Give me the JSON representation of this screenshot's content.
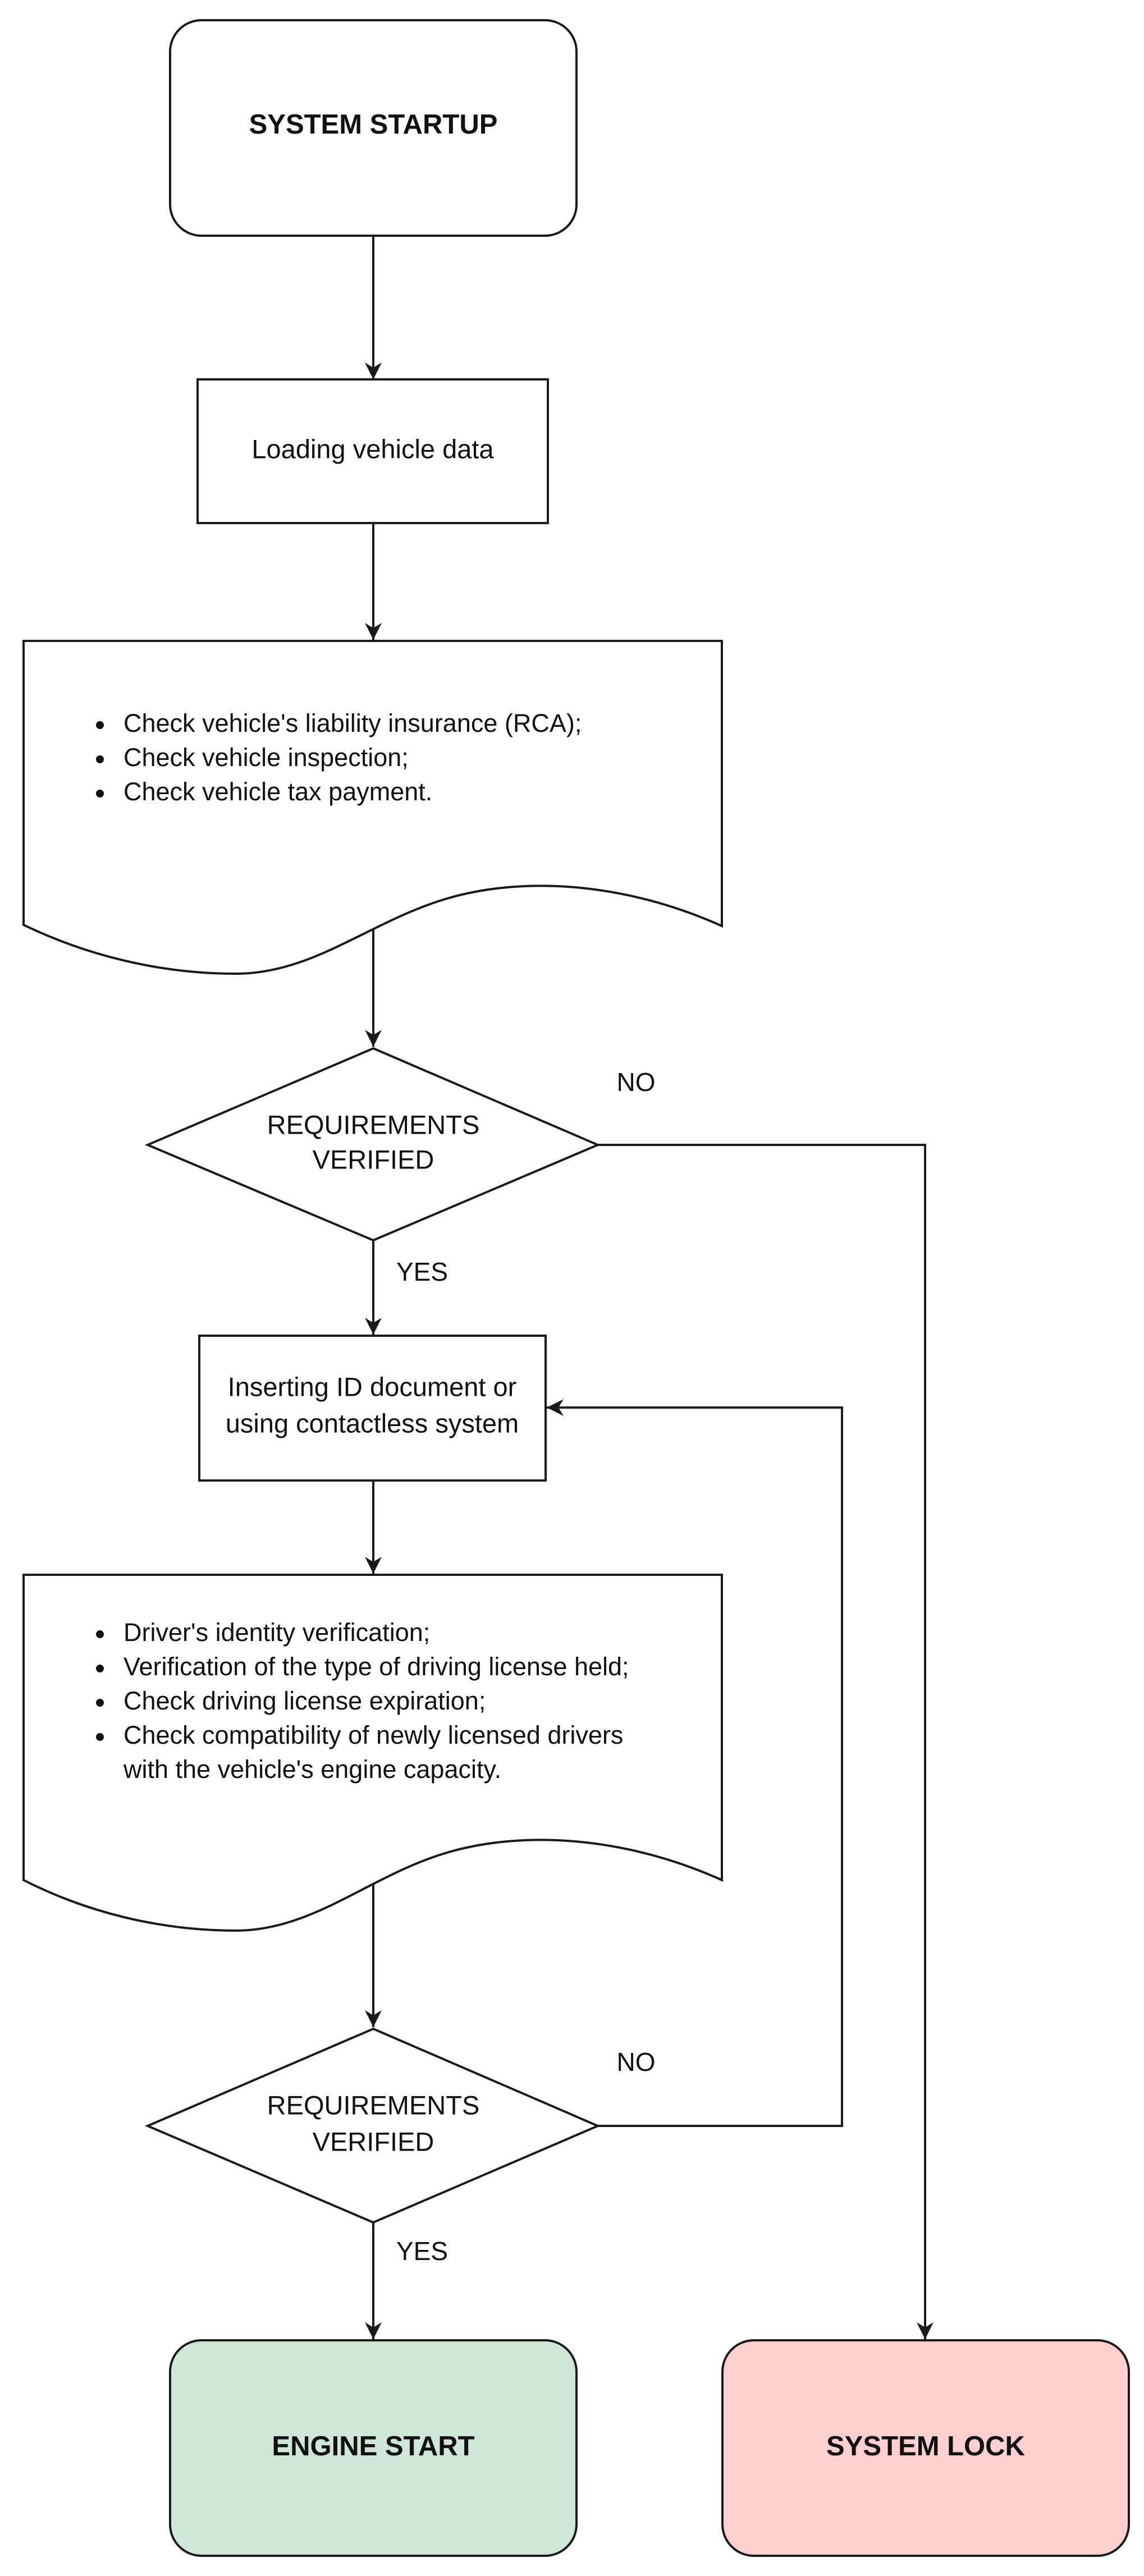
{
  "diagram": {
    "nodes": {
      "system_startup": {
        "label": "SYSTEM STARTUP"
      },
      "loading_data": {
        "label": "Loading vehicle data"
      },
      "vehicle_checks": {
        "items": [
          "Check vehicle's liability insurance (RCA);",
          "Check vehicle inspection;",
          "Check vehicle tax payment."
        ]
      },
      "decision_1": {
        "line1": "REQUIREMENTS",
        "line2": "VERIFIED"
      },
      "insert_id": {
        "line1": "Inserting ID document or",
        "line2": "using contactless system"
      },
      "driver_checks": {
        "items": [
          "Driver's identity verification;",
          "Verification of the type of driving license held;",
          "Check driving license expiration;",
          "Check compatibility of newly licensed drivers"
        ],
        "continuation": "with the vehicle's engine capacity."
      },
      "decision_2": {
        "line1": "REQUIREMENTS",
        "line2": "VERIFIED"
      },
      "engine_start": {
        "label": "ENGINE START"
      },
      "system_lock": {
        "label": "SYSTEM LOCK"
      }
    },
    "edge_labels": {
      "d1_no": "NO",
      "d1_yes": "YES",
      "d2_no": "NO",
      "d2_yes": "YES"
    },
    "colors": {
      "engine_start_fill": "#cfe8d5",
      "system_lock_fill": "#fdcfcf",
      "stroke": "#1a1a1a"
    }
  }
}
